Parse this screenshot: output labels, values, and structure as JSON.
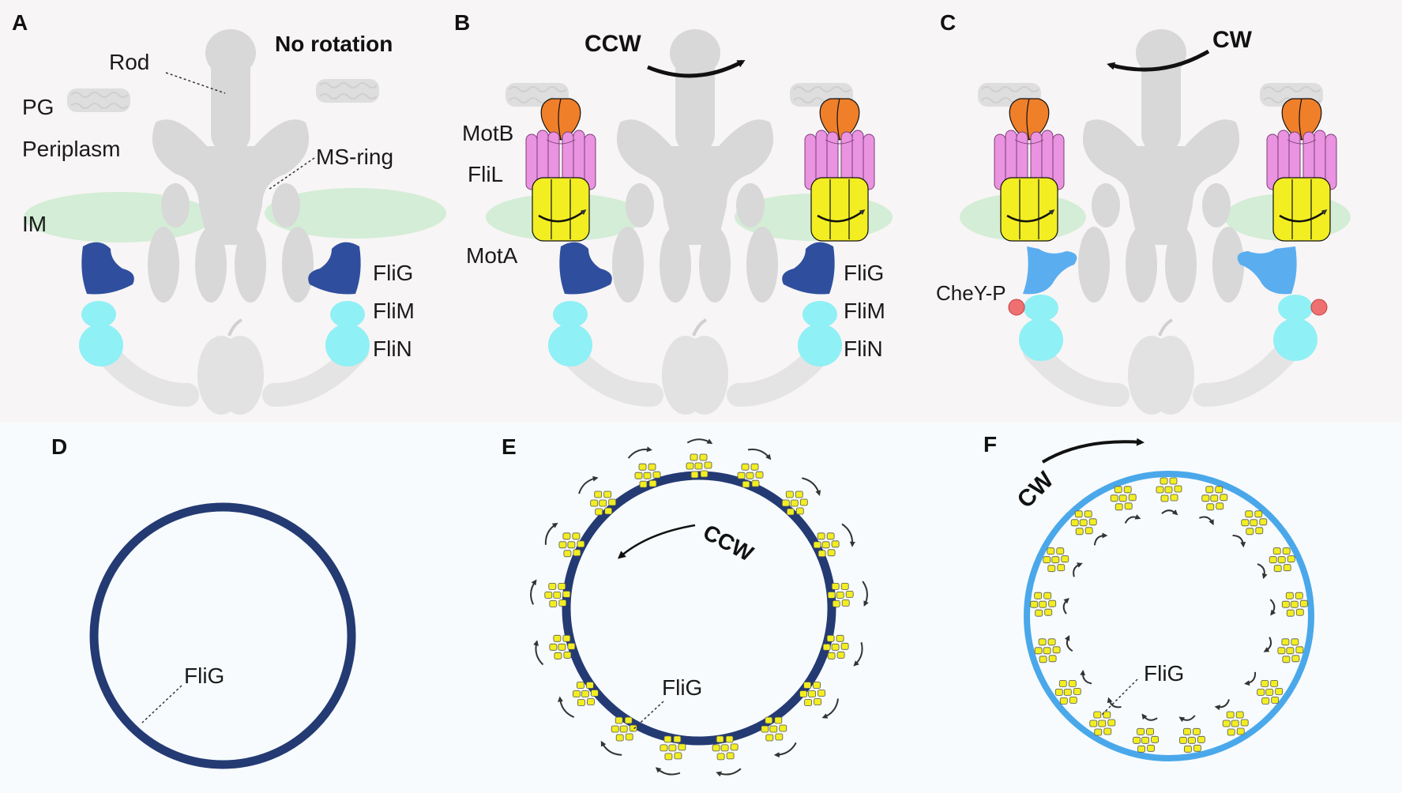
{
  "panels": {
    "A": {
      "letter": "A",
      "title": "No rotation",
      "labels": {
        "rod": "Rod",
        "pg": "PG",
        "periplasm": "Periplasm",
        "ms_ring": "MS-ring",
        "im": "IM",
        "flig": "FliG",
        "flim": "FliM",
        "flin": "FliN"
      }
    },
    "B": {
      "letter": "B",
      "direction": "CCW",
      "labels": {
        "motb": "MotB",
        "flil": "FliL",
        "mota": "MotA",
        "flig": "FliG",
        "flim": "FliM",
        "flin": "FliN"
      }
    },
    "C": {
      "letter": "C",
      "direction": "CW",
      "labels": {
        "chey_p": "CheY-P"
      }
    },
    "D": {
      "letter": "D",
      "ring_label": "FliG"
    },
    "E": {
      "letter": "E",
      "direction": "CCW",
      "ring_label": "FliG",
      "stator_count": 17
    },
    "F": {
      "letter": "F",
      "direction": "CW",
      "ring_label": "FliG",
      "stator_count": 17
    }
  },
  "colors": {
    "top_background": "#f8f5f6",
    "bottom_background": "#f7fbfd",
    "motor_gray": "#d9d9d9",
    "membrane_green": "#cbeacb",
    "flig_dark_blue": "#2f4f9e",
    "flig_light_blue": "#5aaef0",
    "flim_flin_cyan": "#8ff0f5",
    "motb_orange": "#f07f2a",
    "flil_pink": "#ea93e0",
    "mota_yellow": "#f2ee22",
    "chey_red": "#ee7070",
    "ring_dark": "#243a73",
    "ring_light": "#4aa8ea"
  }
}
